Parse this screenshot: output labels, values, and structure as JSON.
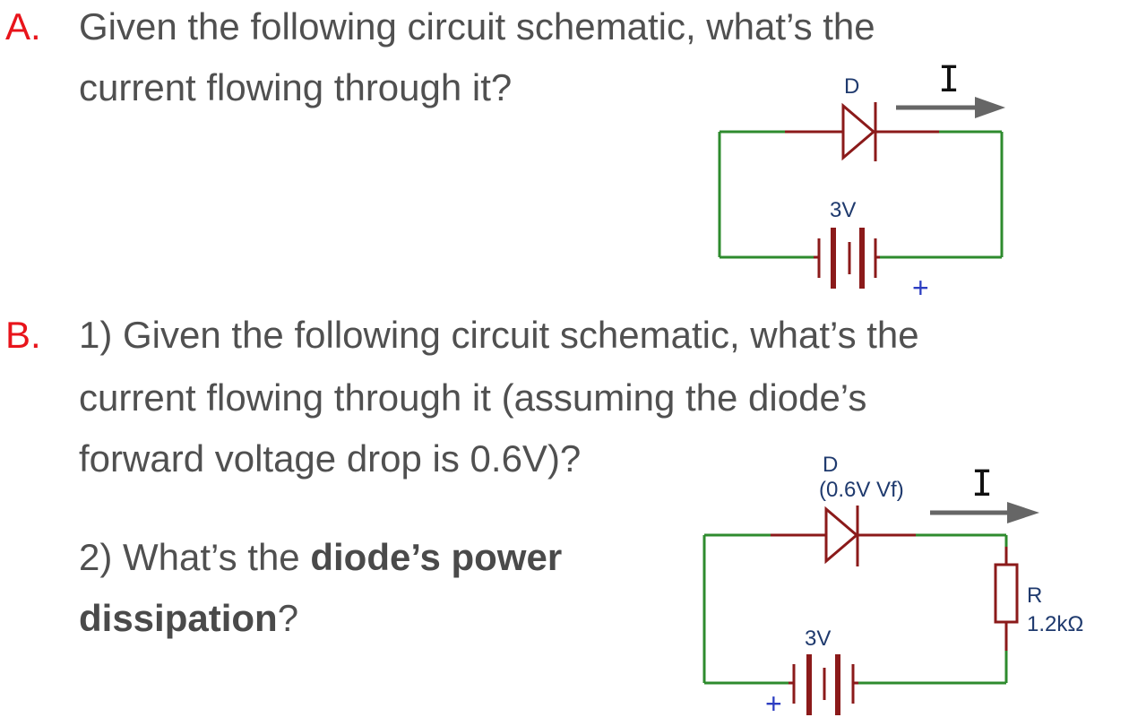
{
  "question_a": {
    "letter": "A.",
    "lines": [
      "Given the following circuit schematic, what’s the",
      "current flowing through it?"
    ],
    "circuit": {
      "diode_label": "D",
      "current_label": "I",
      "battery_label": "3V",
      "battery_polarity": "+"
    }
  },
  "question_b": {
    "letter": "B.",
    "part1_lines": [
      "1) Given the following circuit schematic, what’s the",
      "current flowing through it (assuming the diode’s",
      "forward voltage drop is 0.6V)?"
    ],
    "part2": {
      "prefix": "2) What’s the ",
      "bold1": "diode’s power",
      "bold2": "dissipation",
      "suffix": "?"
    },
    "circuit": {
      "diode_label": "D",
      "diode_vf": "(0.6V Vf)",
      "current_label": "I",
      "resistor_label": "R",
      "resistor_value": "1.2kΩ",
      "battery_label": "3V",
      "battery_polarity": "+"
    }
  },
  "colors": {
    "question_letter": "#e8141b",
    "body_text": "#505050",
    "wire": "#2e8b2e",
    "component": "#8b1a1a",
    "label": "#1f3a6e",
    "arrow": "#666666"
  }
}
